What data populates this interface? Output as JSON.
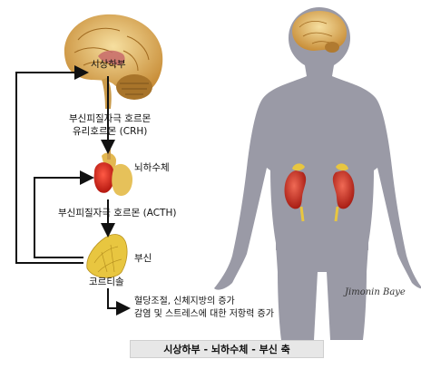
{
  "labels": {
    "hypothalamus": "시상하부",
    "crh_line1": "부신피질자극 호르몬",
    "crh_line2": "유리호르몬 (CRH)",
    "pituitary": "뇌하수체",
    "acth": "부신피질자극 호르몬 (ACTH)",
    "adrenal": "부신",
    "cortisol": "코르티솔",
    "effect_line1": "혈당조절, 신체지방의 증가",
    "effect_line2": "감염 및 스트레스에 대한 저항력 증가"
  },
  "caption": "시상하부 - 뇌하수체 - 부신 축",
  "signature": "Jimonin Baye",
  "colors": {
    "body_silhouette": "#9a9aa6",
    "brain": "#e8c06a",
    "pituitary": "#d92a1f",
    "adrenal": "#e8c640",
    "kidney": "#d0352a",
    "arrow": "#111111"
  }
}
